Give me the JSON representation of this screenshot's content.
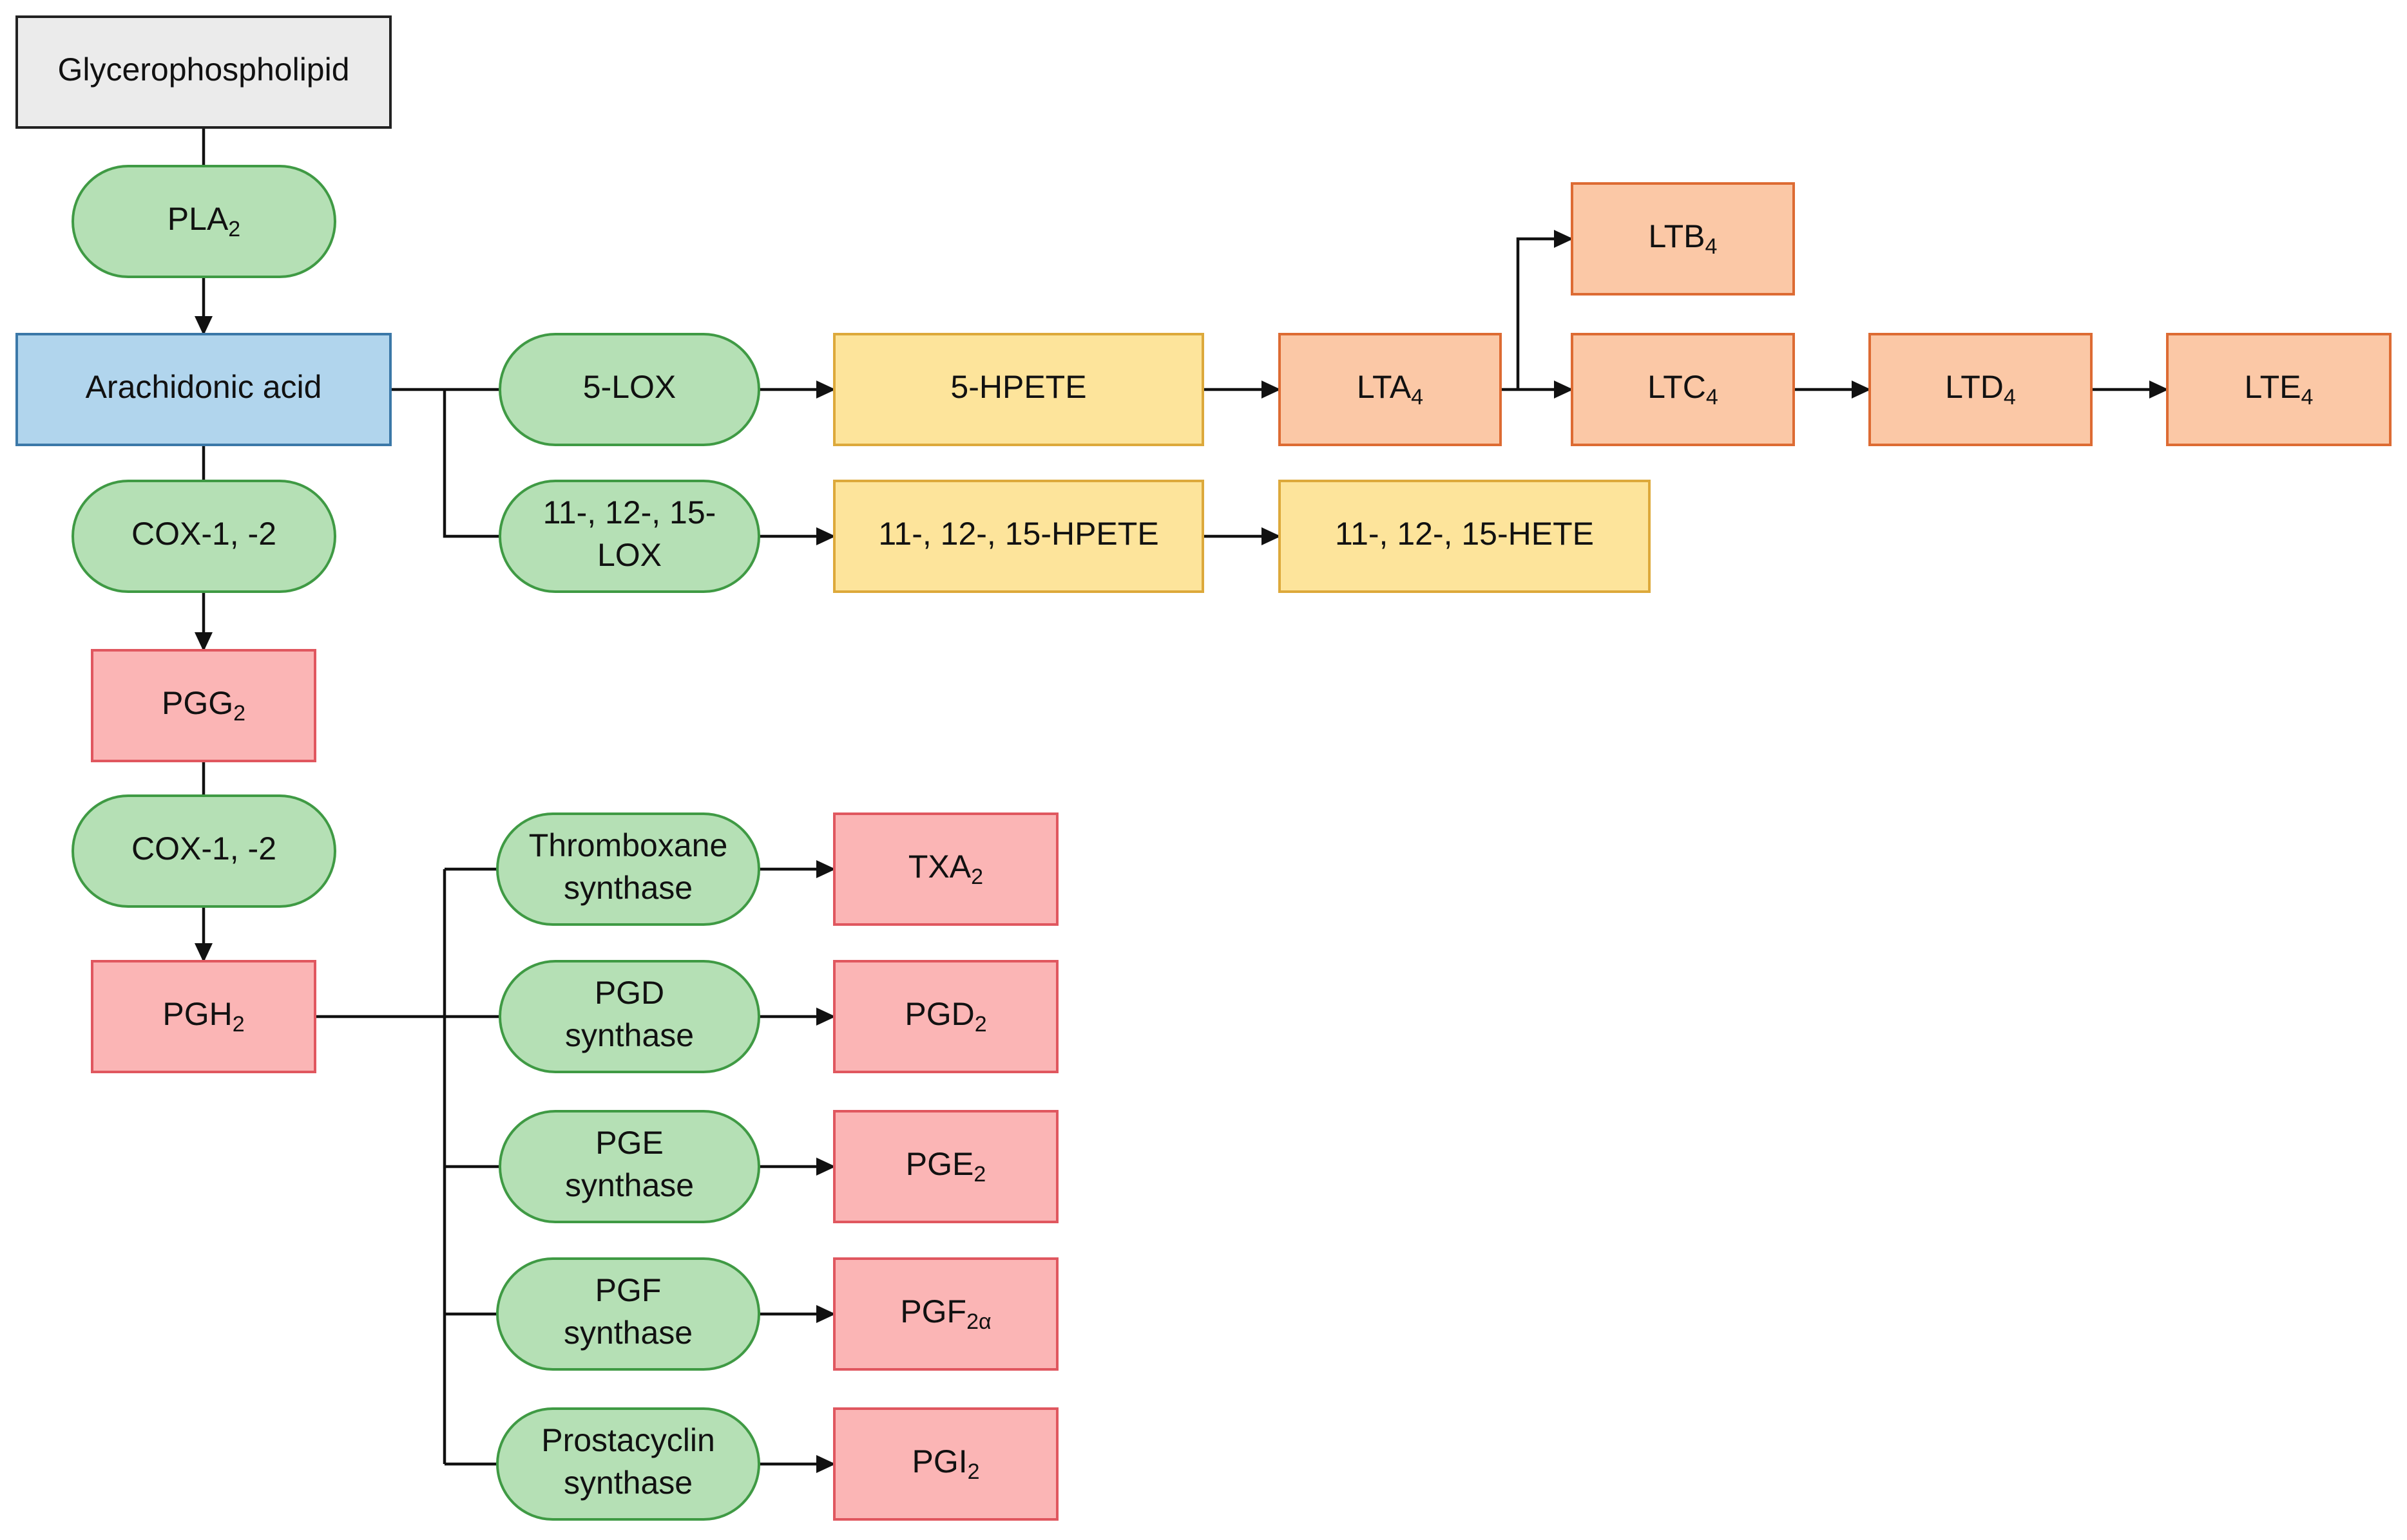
{
  "colors": {
    "substrate_fill": "#ebebeb",
    "substrate_stroke": "#222222",
    "precursor_fill": "#b1d5ed",
    "precursor_stroke": "#3b78a8",
    "enzyme_fill": "#b5e0b5",
    "enzyme_stroke": "#3f9a44",
    "hpete_fill": "#fde49b",
    "hpete_stroke": "#dda93b",
    "leukotriene_fill": "#fbc8a6",
    "leukotriene_stroke": "#dd6b33",
    "prostanoid_fill": "#fbb5b5",
    "prostanoid_stroke": "#e0575f",
    "edge": "#111111"
  },
  "nodes": {
    "glycerophospholipid": {
      "kind": "substrate",
      "label": "Glycerophospholipid",
      "sub": ""
    },
    "pla2": {
      "kind": "enzyme",
      "label": "PLA",
      "sub": "2"
    },
    "arachidonic_acid": {
      "kind": "precursor",
      "label": "Arachidonic acid",
      "sub": ""
    },
    "lox5": {
      "kind": "enzyme",
      "label": "5-LOX",
      "sub": ""
    },
    "hpete5": {
      "kind": "hpete",
      "label": "5-HPETE",
      "sub": ""
    },
    "lta4": {
      "kind": "leukotriene",
      "label": "LTA",
      "sub": "4"
    },
    "ltb4": {
      "kind": "leukotriene",
      "label": "LTB",
      "sub": "4"
    },
    "ltc4": {
      "kind": "leukotriene",
      "label": "LTC",
      "sub": "4"
    },
    "ltd4": {
      "kind": "leukotriene",
      "label": "LTD",
      "sub": "4"
    },
    "lte4": {
      "kind": "leukotriene",
      "label": "LTE",
      "sub": "4"
    },
    "lox11_12_15": {
      "kind": "enzyme",
      "label_lines": [
        "11-, 12-, 15-",
        "LOX"
      ]
    },
    "hpete11_12_15": {
      "kind": "hpete",
      "label": "11-, 12-, 15-HPETE",
      "sub": ""
    },
    "hete11_12_15": {
      "kind": "hpete",
      "label": "11-, 12-, 15-HETE",
      "sub": ""
    },
    "cox_first": {
      "kind": "enzyme",
      "label": "COX-1, -2",
      "sub": ""
    },
    "pgg2": {
      "kind": "prostanoid",
      "label": "PGG",
      "sub": "2"
    },
    "cox_second": {
      "kind": "enzyme",
      "label": "COX-1, -2",
      "sub": ""
    },
    "pgh2": {
      "kind": "prostanoid",
      "label": "PGH",
      "sub": "2"
    },
    "thromboxane_synthase": {
      "kind": "enzyme",
      "label_lines": [
        "Thromboxane",
        "synthase"
      ]
    },
    "txa2": {
      "kind": "prostanoid",
      "label": "TXA",
      "sub": "2"
    },
    "pgd_synthase": {
      "kind": "enzyme",
      "label_lines": [
        "PGD",
        "synthase"
      ]
    },
    "pgd2": {
      "kind": "prostanoid",
      "label": "PGD",
      "sub": "2"
    },
    "pge_synthase": {
      "kind": "enzyme",
      "label_lines": [
        "PGE",
        "synthase"
      ]
    },
    "pge2": {
      "kind": "prostanoid",
      "label": "PGE",
      "sub": "2"
    },
    "pgf_synthase": {
      "kind": "enzyme",
      "label_lines": [
        "PGF",
        "synthase"
      ]
    },
    "pgf2a": {
      "kind": "prostanoid",
      "label": "PGF",
      "sub": "2α"
    },
    "prostacyclin_synthase": {
      "kind": "enzyme",
      "label_lines": [
        "Prostacyclin",
        "synthase"
      ]
    },
    "pgi2": {
      "kind": "prostanoid",
      "label": "PGI",
      "sub": "2"
    }
  }
}
